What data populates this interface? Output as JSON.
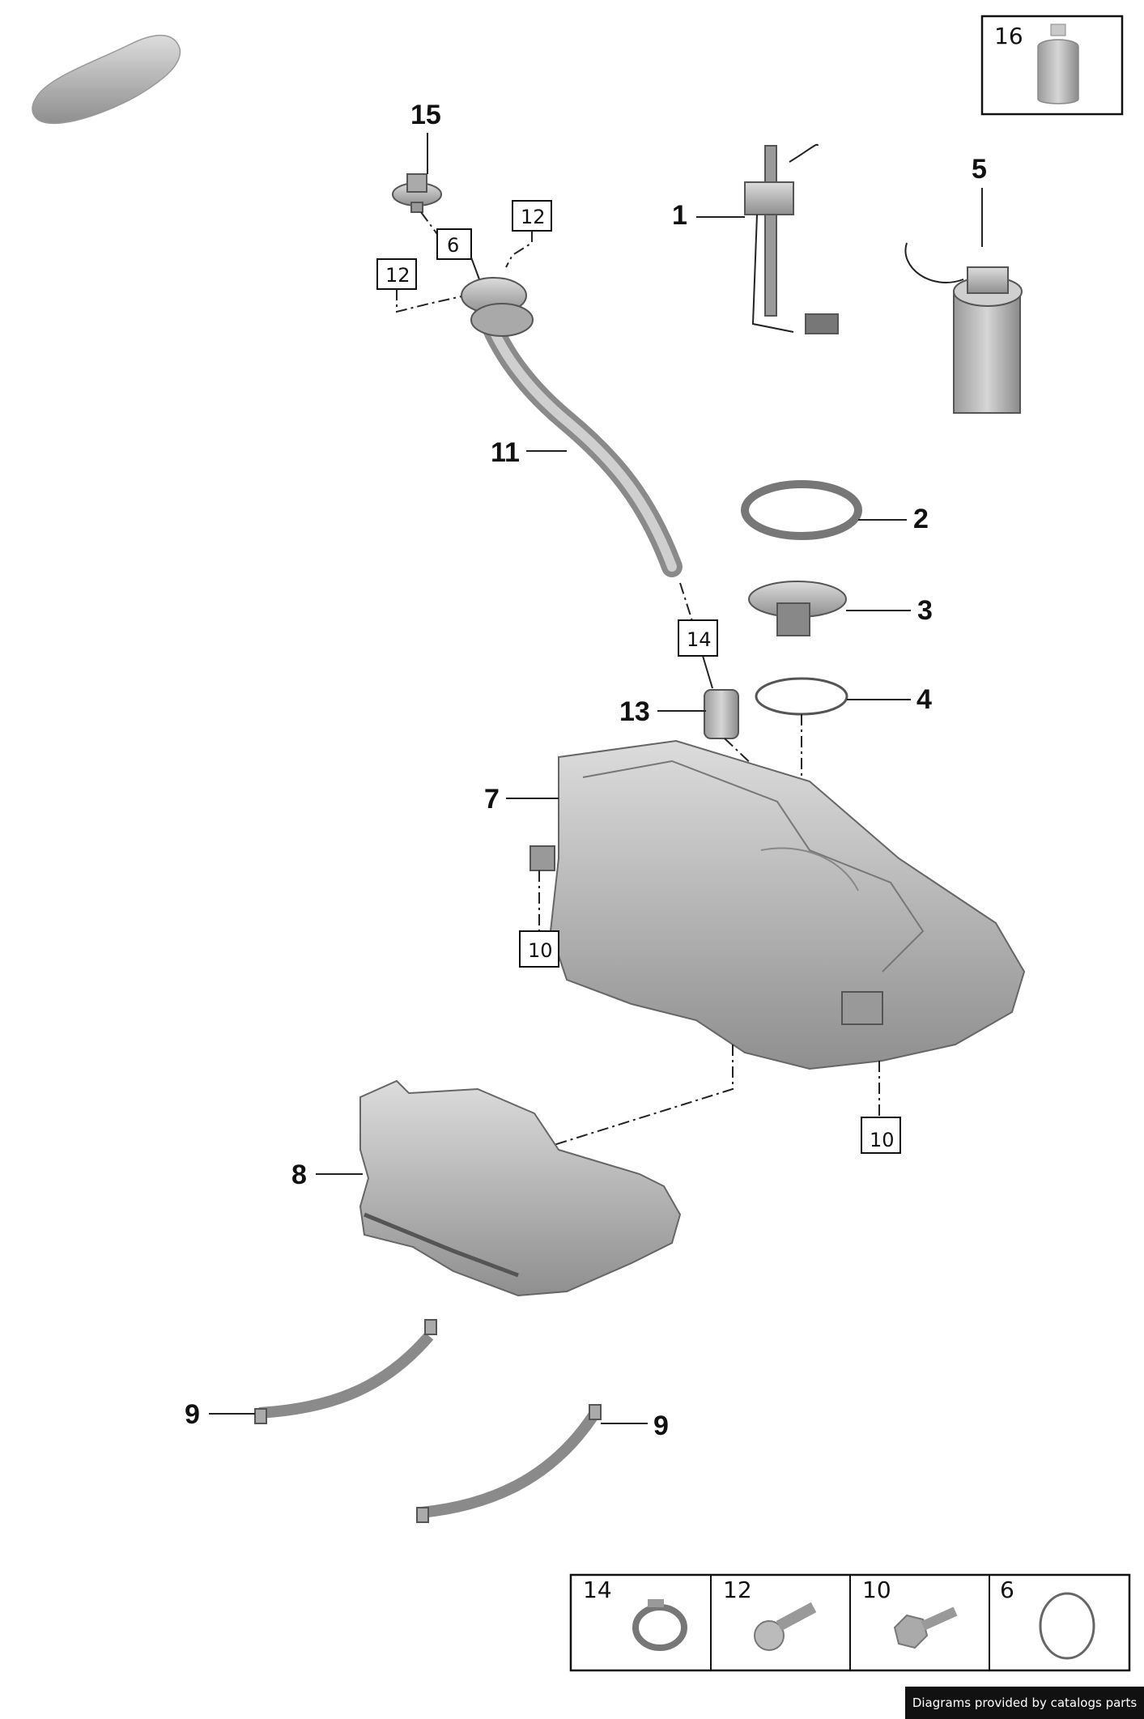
{
  "callouts": {
    "c1": "1",
    "c2": "2",
    "c3": "3",
    "c4": "4",
    "c5": "5",
    "c7": "7",
    "c8": "8",
    "c9a": "9",
    "c9b": "9",
    "c11": "11",
    "c13": "13",
    "c15": "15"
  },
  "boxed_refs": {
    "b6": "6",
    "b12a": "12",
    "b12b": "12",
    "b14": "14",
    "b10a": "10",
    "b10b": "10",
    "b16": "16"
  },
  "legend": [
    {
      "num": "14",
      "icon": "hose-clamp-icon"
    },
    {
      "num": "12",
      "icon": "bolt-icon"
    },
    {
      "num": "10",
      "icon": "hex-bolt-icon"
    },
    {
      "num": "6",
      "icon": "o-ring-icon"
    }
  ],
  "footer": {
    "credit": "Diagrams provided by catalogs parts"
  },
  "colors": {
    "part_fill": "#b8b8b8",
    "part_dark": "#8a8a8a",
    "line": "#222222"
  }
}
